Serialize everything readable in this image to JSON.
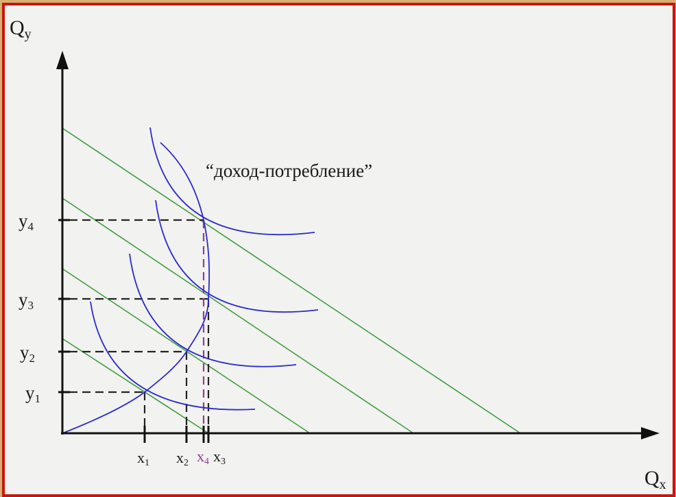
{
  "axes": {
    "y_label": "Q",
    "y_label_sub": "y",
    "x_label": "Q",
    "x_label_sub": "x"
  },
  "y_ticks": [
    {
      "base": "y",
      "sub": "1"
    },
    {
      "base": "y",
      "sub": "2"
    },
    {
      "base": "y",
      "sub": "3"
    },
    {
      "base": "y",
      "sub": "4"
    }
  ],
  "x_ticks": [
    {
      "base": "x",
      "sub": "1"
    },
    {
      "base": "x",
      "sub": "2"
    },
    {
      "base": "x",
      "sub": "4"
    },
    {
      "base": "x",
      "sub": "3"
    }
  ],
  "curve_label": "“доход-потребление”",
  "colors": {
    "frame_border": "#c7160f",
    "background": "#f2f2f0",
    "outer_background": "#d7b072",
    "budget_lines": "#3f9e3f",
    "indifference_curves": "#2a2ad0",
    "income_consumption_curve": "#2a2ad0",
    "x4_guide": "#9a3a9a",
    "axes": "#111111"
  }
}
